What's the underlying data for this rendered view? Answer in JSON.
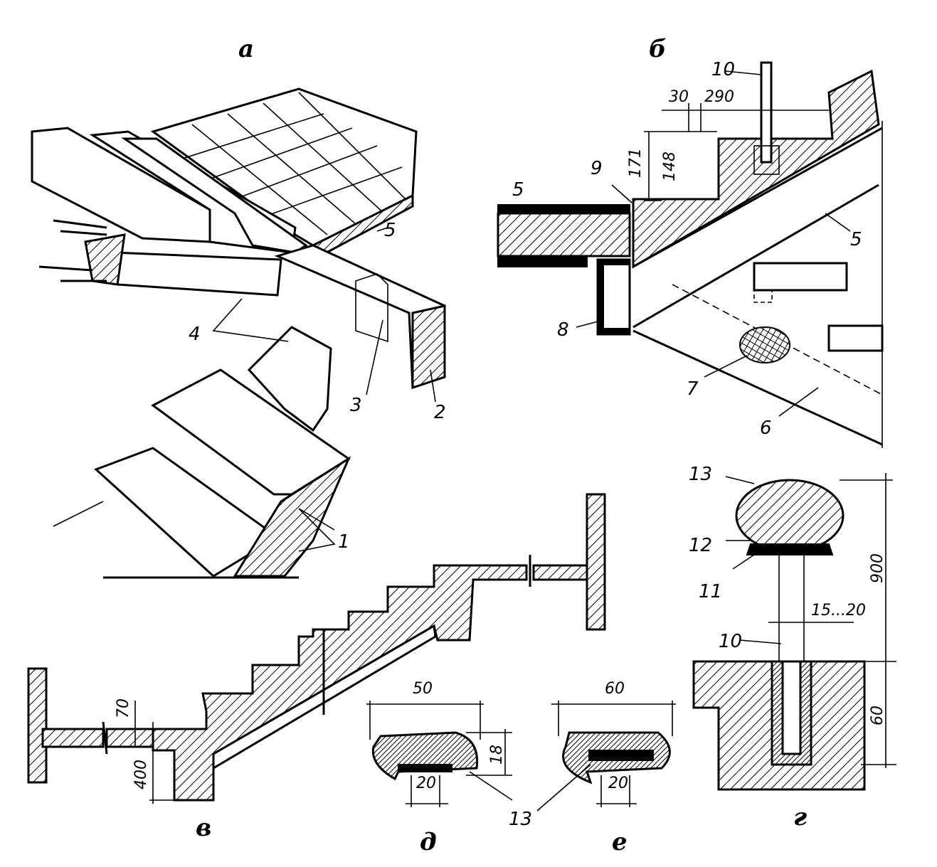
{
  "panels": {
    "a": "а",
    "b": "б",
    "v": "в",
    "g": "г",
    "d": "д",
    "e": "е"
  },
  "callouts": {
    "n1": "1",
    "n2": "2",
    "n3": "3",
    "n4": "4",
    "n5a": "5",
    "n5b_left": "5",
    "n5b_right": "5",
    "n6": "6",
    "n7": "7",
    "n8": "8",
    "n9": "9",
    "n10b": "10",
    "n10g": "10",
    "n11": "11",
    "n12": "12",
    "n13g": "13",
    "n13de": "13"
  },
  "dimensions": {
    "b_30": "30",
    "b_290": "290",
    "b_171": "171",
    "b_148": "148",
    "v_70": "70",
    "v_400": "400",
    "d_50": "50",
    "d_18": "18",
    "d_20": "20",
    "e_60": "60",
    "e_20": "20",
    "g_900": "900",
    "g_60": "60",
    "g_15_20": "15...20"
  }
}
